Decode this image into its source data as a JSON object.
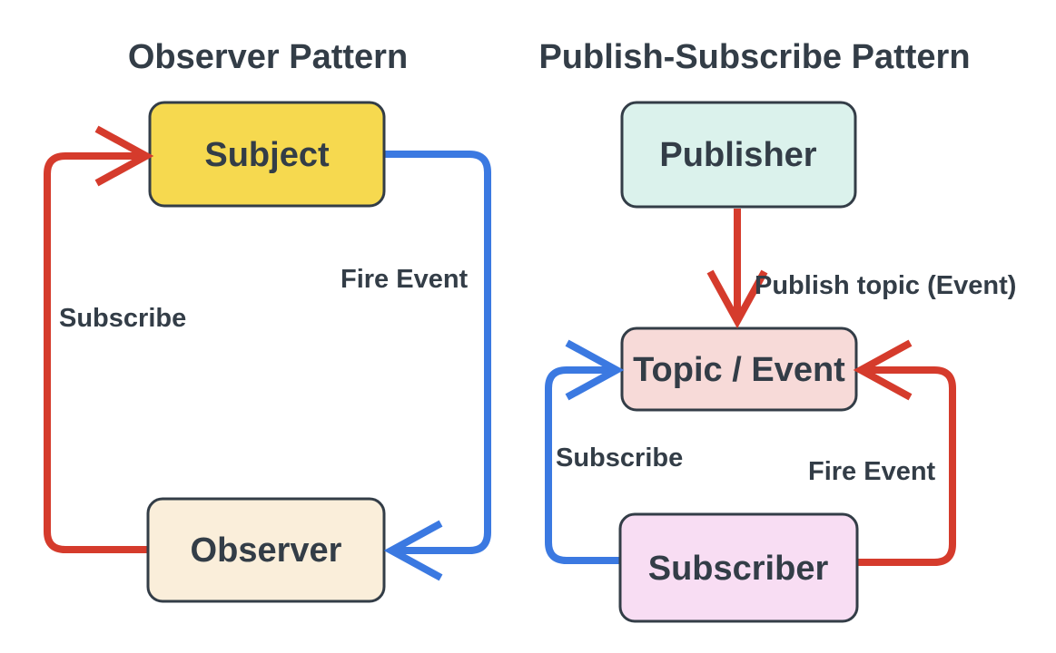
{
  "colors": {
    "text": "#333D47",
    "node_border": "#333D47",
    "background": "#FFFFFF",
    "red": "#D53B2C",
    "blue": "#3B79E1"
  },
  "observer_diagram": {
    "title": "Observer Pattern",
    "nodes": {
      "subject": {
        "label": "Subject",
        "fill": "#F6D94F"
      },
      "observer": {
        "label": "Observer",
        "fill": "#FAEEDA"
      }
    },
    "edges": {
      "subscribe": {
        "label": "Subscribe",
        "color": "#D53B2C"
      },
      "fire_event": {
        "label": "Fire Event",
        "color": "#3B79E1"
      }
    }
  },
  "pubsub_diagram": {
    "title": "Publish-Subscribe Pattern",
    "nodes": {
      "publisher": {
        "label": "Publisher",
        "fill": "#DBF2EC"
      },
      "topic_event": {
        "label": "Topic / Event",
        "fill": "#F7DAD8"
      },
      "subscriber": {
        "label": "Subscriber",
        "fill": "#F8DDF3"
      }
    },
    "edges": {
      "publish_topic": {
        "label": "Publish topic (Event)",
        "color": "#D53B2C"
      },
      "subscribe": {
        "label": "Subscribe",
        "color": "#3B79E1"
      },
      "fire_event": {
        "label": "Fire Event",
        "color": "#D53B2C"
      }
    }
  }
}
